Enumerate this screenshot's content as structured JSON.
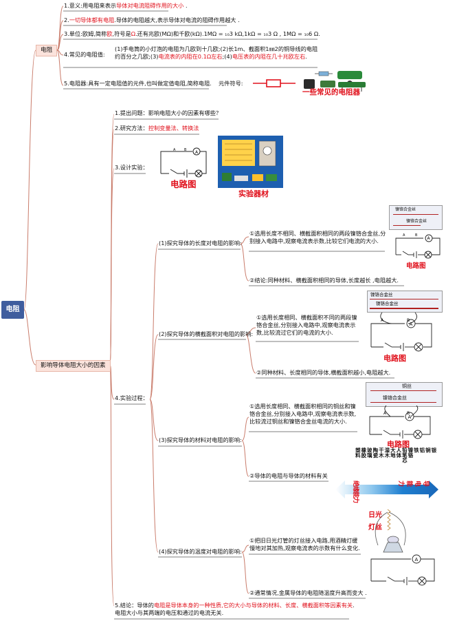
{
  "root": {
    "label": "电阻"
  },
  "branch1": {
    "label": "电阻",
    "items": [
      {
        "p1": "1.意义:用电阻来表示",
        "r1": "导体对电流阻碍作用的大小",
        "p2": " ."
      },
      {
        "p1": "2.",
        "r1": "一切导体都有电阻",
        "p2": ".导体的电阻越大,表示导体对电流的阻碍作用越大 ."
      },
      {
        "p1": "3.单位:欧姆,简称",
        "r1": "欧",
        "p2": ",符号是",
        "r2": "Ω",
        "p3": ".还有兆欧(MΩ)和千欧(kΩ).1MΩ = ₁₀3 kΩ,1kΩ = ₁₀3 Ω , 1MΩ = ₁₀6 Ω."
      },
      {
        "label": "4.常见的电阻值:",
        "l1": "(1)手电筒的小灯泡的电阻为几欧到十几欧;(2)长1m、截面积1㎜2的铜导线的电阻",
        "l2a": "约百分之几欧;(3)",
        "l2r1": "电流表的内阻在0.1Ω左右",
        "l2b": ";(4)",
        "l2r2": "电压表的内阻在几十兆欧左右",
        "l2c": "."
      },
      {
        "p1": "5.电阻器:具有一定电阻值的元件,也叫做定值电阻,简称电阻.",
        "symbol_label": "元件符号:",
        "photo_caption": "一些常见的电阻器"
      }
    ]
  },
  "branch2": {
    "label": "影响导体电阻大小的因素",
    "items": {
      "q1": "1.提出问题：影响电阻大小的因素有哪些？",
      "q2a": "2.研究方法：",
      "q2r": "控制变量法、转换法",
      "q3": "3.设计实验：",
      "circuit_caption": "电路图",
      "apparatus_caption": "实验器材",
      "q4": "4.实验过程：",
      "q5a": "5.结论：导体的",
      "q5r": "电阻是导体本身的一种性质,它的大小与导体的材料、长度、横截面积等因素有关",
      "q5b": ".",
      "q5c": "电阻大小与其两端的电压和通过的电流无关."
    },
    "exp": [
      {
        "title": "(1)探究导体的长度对电阻的影响:",
        "a": "①选用长度不相同、横截面积相同的两段镍铬合金丝,分别接入电路中,观察电流表示数,比较它们电流的大小.",
        "b": "②结论:同种材料、横截面积相同的导体,长度越长 ,电阻越大.",
        "wires": [
          "镍铬合金丝",
          "镍铬合金丝"
        ],
        "caption": "电路图"
      },
      {
        "title": "(2)探究导体的横截面积对电阻的影响:",
        "a": "①选用长度相同、横截面积不同的两段镍铬合金丝,分别接入电路中,观察电流表示数,比较流过它们的电流的大小.",
        "b": "②同种材料、长度相同的导体,横截面积越小,电阻越大.",
        "wires": [
          "镍铬合金丝",
          "镍铬合金丝"
        ],
        "caption": "电路图"
      },
      {
        "title": "(3)探究导体的材料对电阻的影响:",
        "a": "①选用长度相同、横截面积相同的铜丝和镍铬合金丝,分别接入电路中,观察电流表示数,比较流过铜丝和镍铬合金丝电流的大小.",
        "b": "②导体的电阻与导体的材料有关",
        "wires": [
          "铜丝",
          "镍铬合金丝"
        ],
        "caption": "电路图",
        "arrow_left": "绝缘能力",
        "arrow_right": "导电能力",
        "materials": [
          "银",
          "铜",
          "铝",
          "铁",
          "镍铬",
          "铅笔芯",
          "人体",
          "大地",
          "湿木",
          "干木",
          "陶瓷",
          "玻璃",
          "橡胶",
          "塑料"
        ]
      },
      {
        "title": "(4)探究导体的温度对电阻的影响:",
        "a": "①把旧日光灯管的灯丝接入电路,用酒精灯缓慢地对其加热,观察电流表的示数有什么变化.",
        "b": "②通常情况,金属导体的电阻随温度升高而变大 .",
        "lamp_label": "日光灯丝"
      }
    ]
  }
}
